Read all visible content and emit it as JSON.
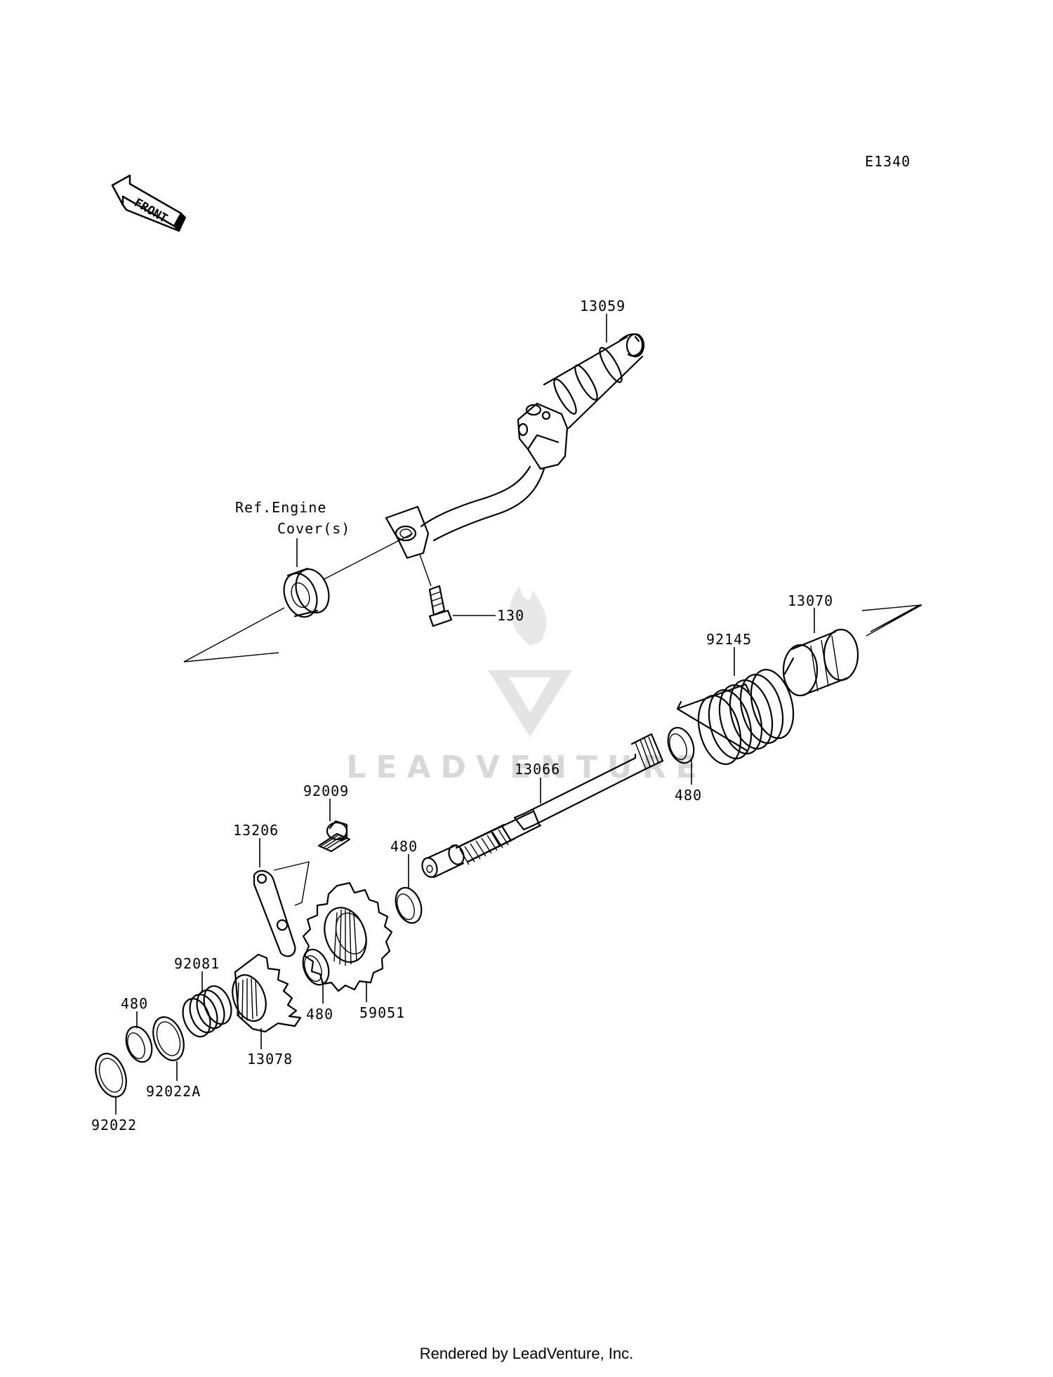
{
  "diagram_code": "E1340",
  "front_arrow_label": "FRONT",
  "watermark_text": "LEADVENTURE",
  "ref_note": {
    "line1": "Ref.Engine",
    "line2": "Cover(s)"
  },
  "part_labels": {
    "p13059": "13059",
    "p130": "130",
    "p13070": "13070",
    "p92145": "92145",
    "p480_right": "480",
    "p13066": "13066",
    "p92009": "92009",
    "p13206": "13206",
    "p480_shaft": "480",
    "p480_gear": "480",
    "p59051": "59051",
    "p92081": "92081",
    "p480_left": "480",
    "p13078": "13078",
    "p92022A": "92022A",
    "p92022": "92022"
  },
  "footer_text": "Rendered by LeadVenture, Inc."
}
